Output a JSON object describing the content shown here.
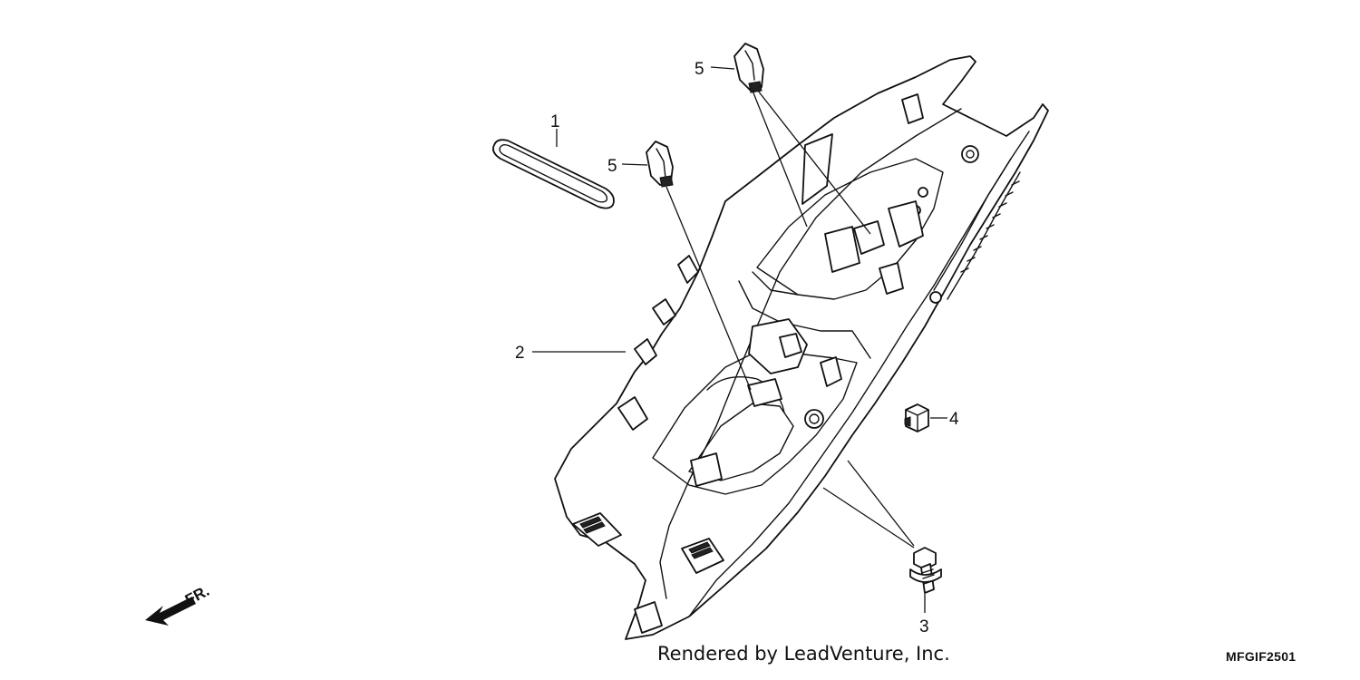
{
  "diagram": {
    "callouts": [
      {
        "id": "c1",
        "label": "1"
      },
      {
        "id": "c2",
        "label": "2"
      },
      {
        "id": "c3",
        "label": "3"
      },
      {
        "id": "c4",
        "label": "4"
      },
      {
        "id": "c5a",
        "label": "5"
      },
      {
        "id": "c5b",
        "label": "5"
      }
    ],
    "front_indicator": "FR.",
    "credit": "Rendered by LeadVenture, Inc.",
    "diagram_code": "MFGIF2501"
  }
}
